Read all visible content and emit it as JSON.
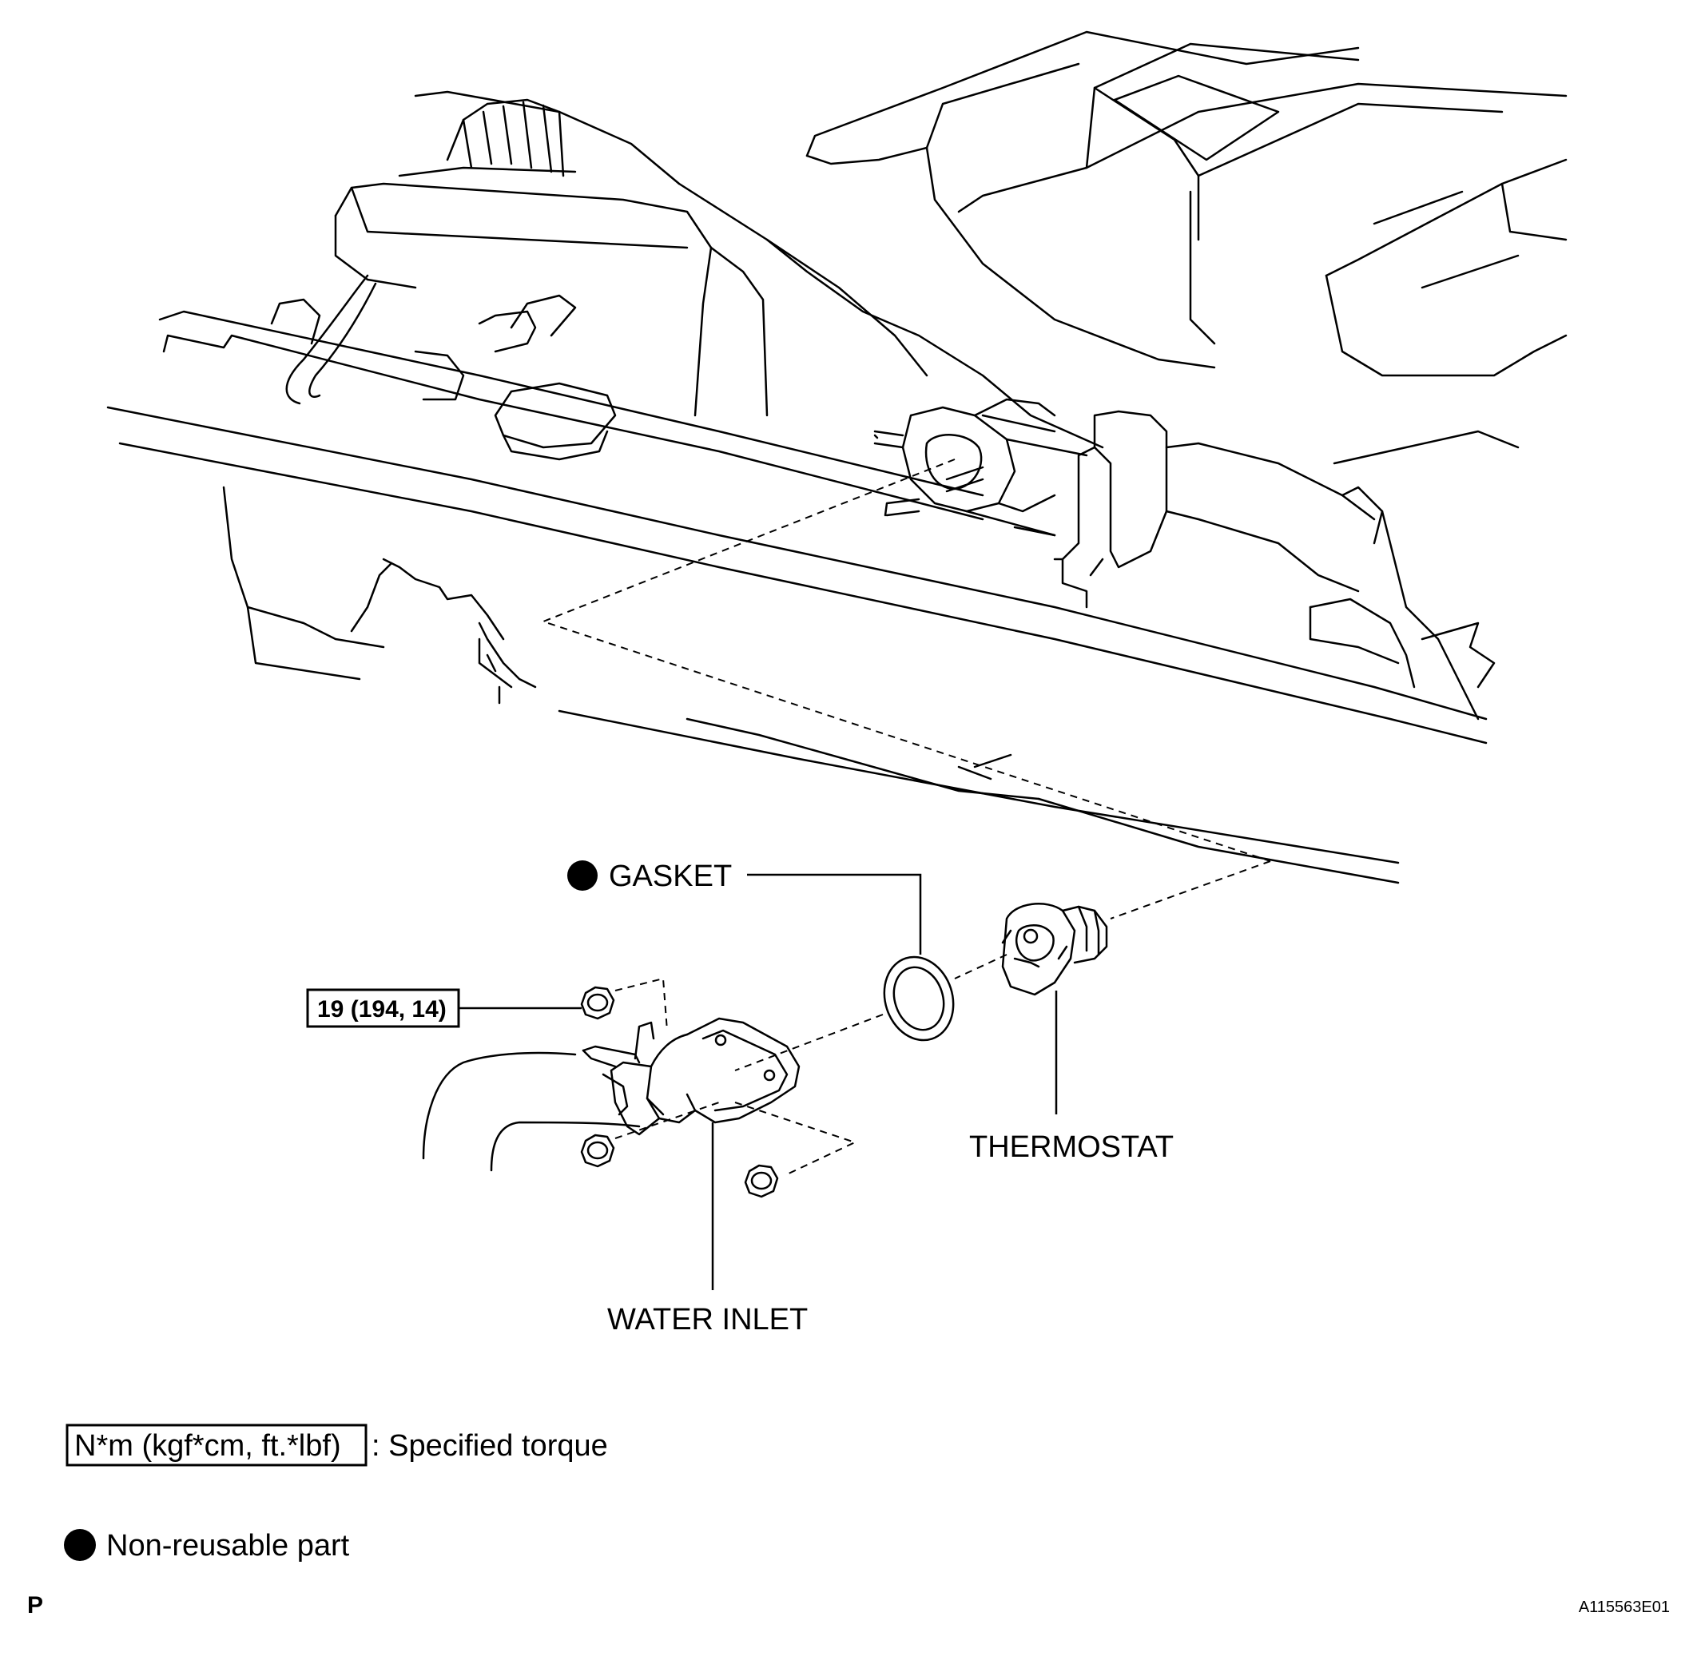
{
  "labels": {
    "gasket": "GASKET",
    "thermostat": "THERMOSTAT",
    "water_inlet": "WATER INLET",
    "torque_value": "19 (194, 14)"
  },
  "legend": {
    "torque_units": "N*m (kgf*cm, ft.*lbf)",
    "torque_desc": ": Specified torque",
    "non_reusable": "Non-reusable part"
  },
  "footer": {
    "page_mark": "P",
    "figure_ref": "A115563E01"
  }
}
